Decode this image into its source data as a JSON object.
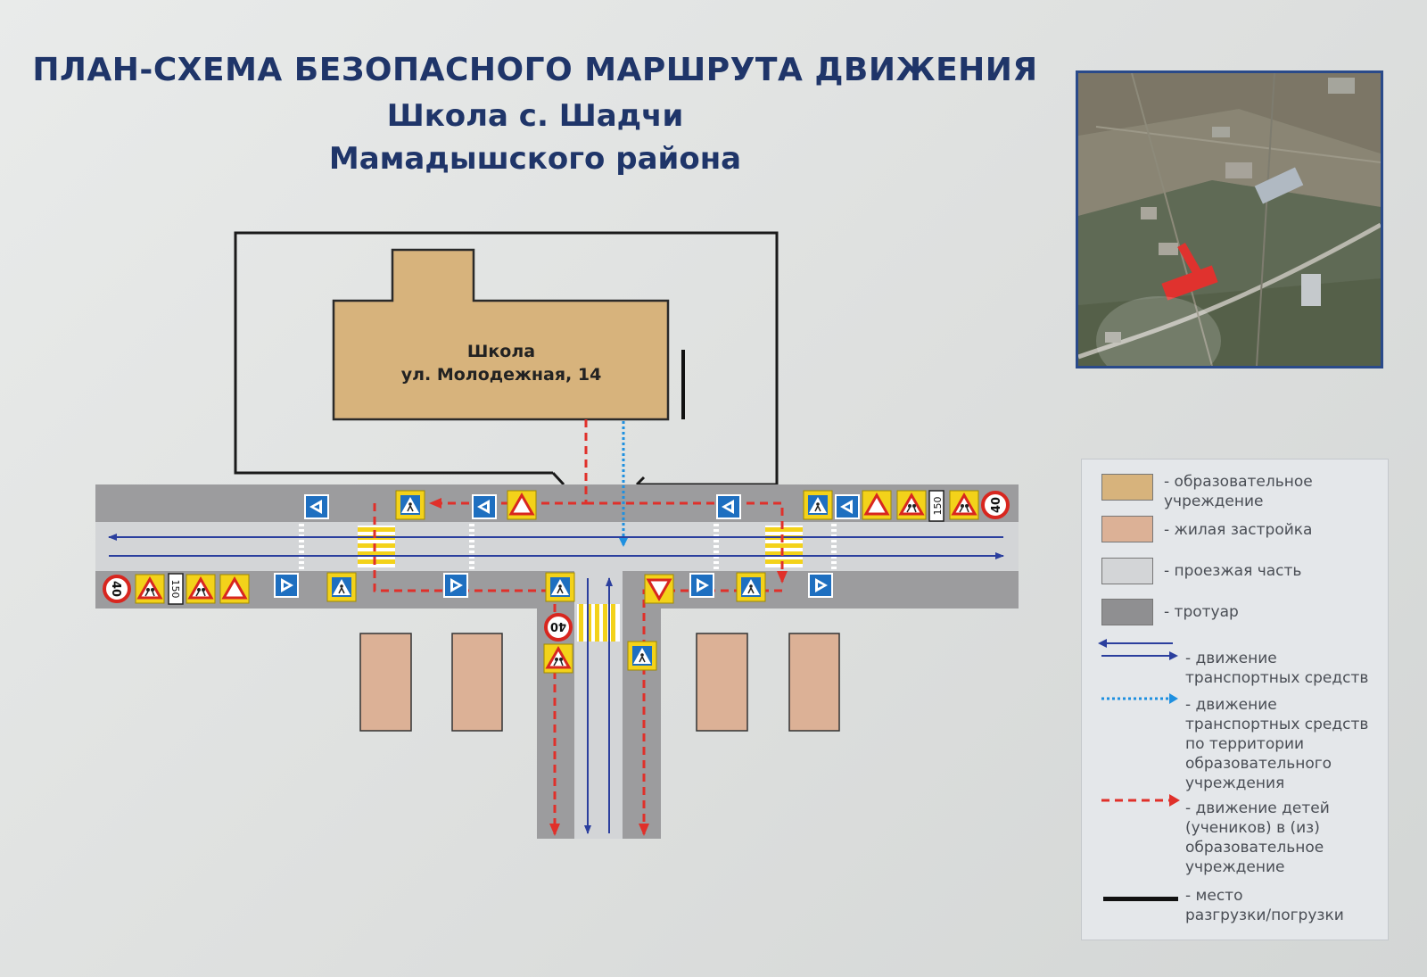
{
  "title": {
    "line1": "ПЛАН-СХЕМА БЕЗОПАСНОГО МАРШРУТА ДВИЖЕНИЯ",
    "line2": "Школа с. Шадчи",
    "line3": "Мамадышского района"
  },
  "school": {
    "name": "Школа",
    "address": "ул. Молодежная, 14"
  },
  "signs": {
    "speed_limit": "40",
    "distance_plate": "150"
  },
  "legend": {
    "educational": "- образовательное\nучреждение",
    "residential": "- жилая застройка",
    "roadway": "- проезжая часть",
    "sidewalk": "- тротуар",
    "vehicle_traffic": "- движение\nтранспортных средств",
    "vehicle_territory": "- движение\nтранспортных средств\nпо территории\nобразовательного\nучреждения",
    "children_movement": "- движение детей\n(учеников) в (из)\nобразовательное\nучреждение",
    "loading_place": "- место\nразгрузки/погрузки"
  },
  "colors": {
    "title": "#1f3569",
    "school": "#d7b37c",
    "residential": "#dcb196",
    "roadway": "#d3d5d7",
    "sidewalk": "#9c9c9e",
    "vehicle_arrow": "#2b3f9e",
    "territory_arrow": "#1e90e0",
    "children_arrow": "#e0302a",
    "sign_yellow": "#f3d21a",
    "sign_blue": "#1e6fc0"
  }
}
